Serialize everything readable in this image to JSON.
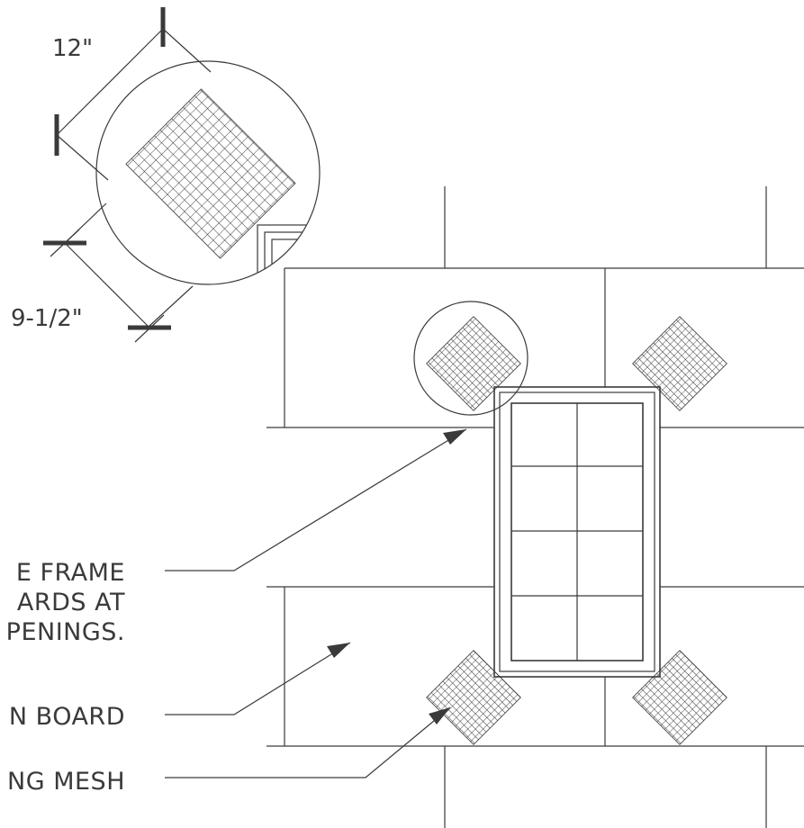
{
  "dimensions": {
    "width_label": "12\"",
    "height_label": "9-1/2\""
  },
  "callouts": [
    {
      "lines": [
        "E FRAME",
        "ARDS AT",
        "PENINGS."
      ]
    },
    {
      "lines": [
        "N BOARD"
      ]
    },
    {
      "lines": [
        "NG MESH"
      ]
    }
  ],
  "colors": {
    "line": "#3a3a3a",
    "background": "#ffffff"
  }
}
